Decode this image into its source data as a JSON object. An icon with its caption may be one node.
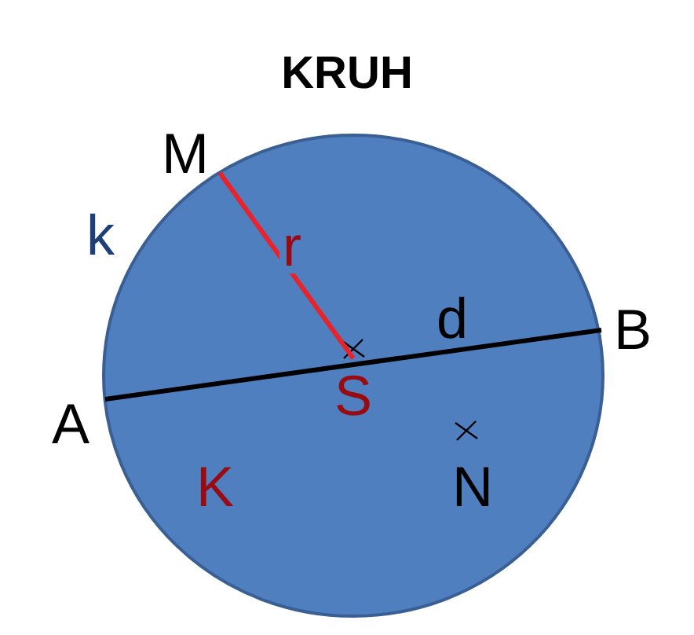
{
  "diagram": {
    "title": "KRUH",
    "nodes": [
      {
        "text": [
          "K"
        ],
        "beside": [
          "k"
        ]
      },
      {
        "text": [
          "M"
        ]
      },
      {
        "text": [
          "A"
        ]
      },
      {
        "text": [
          "S"
        ],
        "in": 0
      },
      {
        "text": [
          "B"
        ]
      },
      {
        "text": [
          "N"
        ],
        "in": 0
      }
    ],
    "edges": [
      {
        "from": 1,
        "to": 3,
        "arrow": "none",
        "label": "r",
        "color": "#e8232b"
      },
      {
        "from": 2,
        "to": 4,
        "arrow": "none",
        "label": "d",
        "color": "#000000"
      }
    ]
  }
}
